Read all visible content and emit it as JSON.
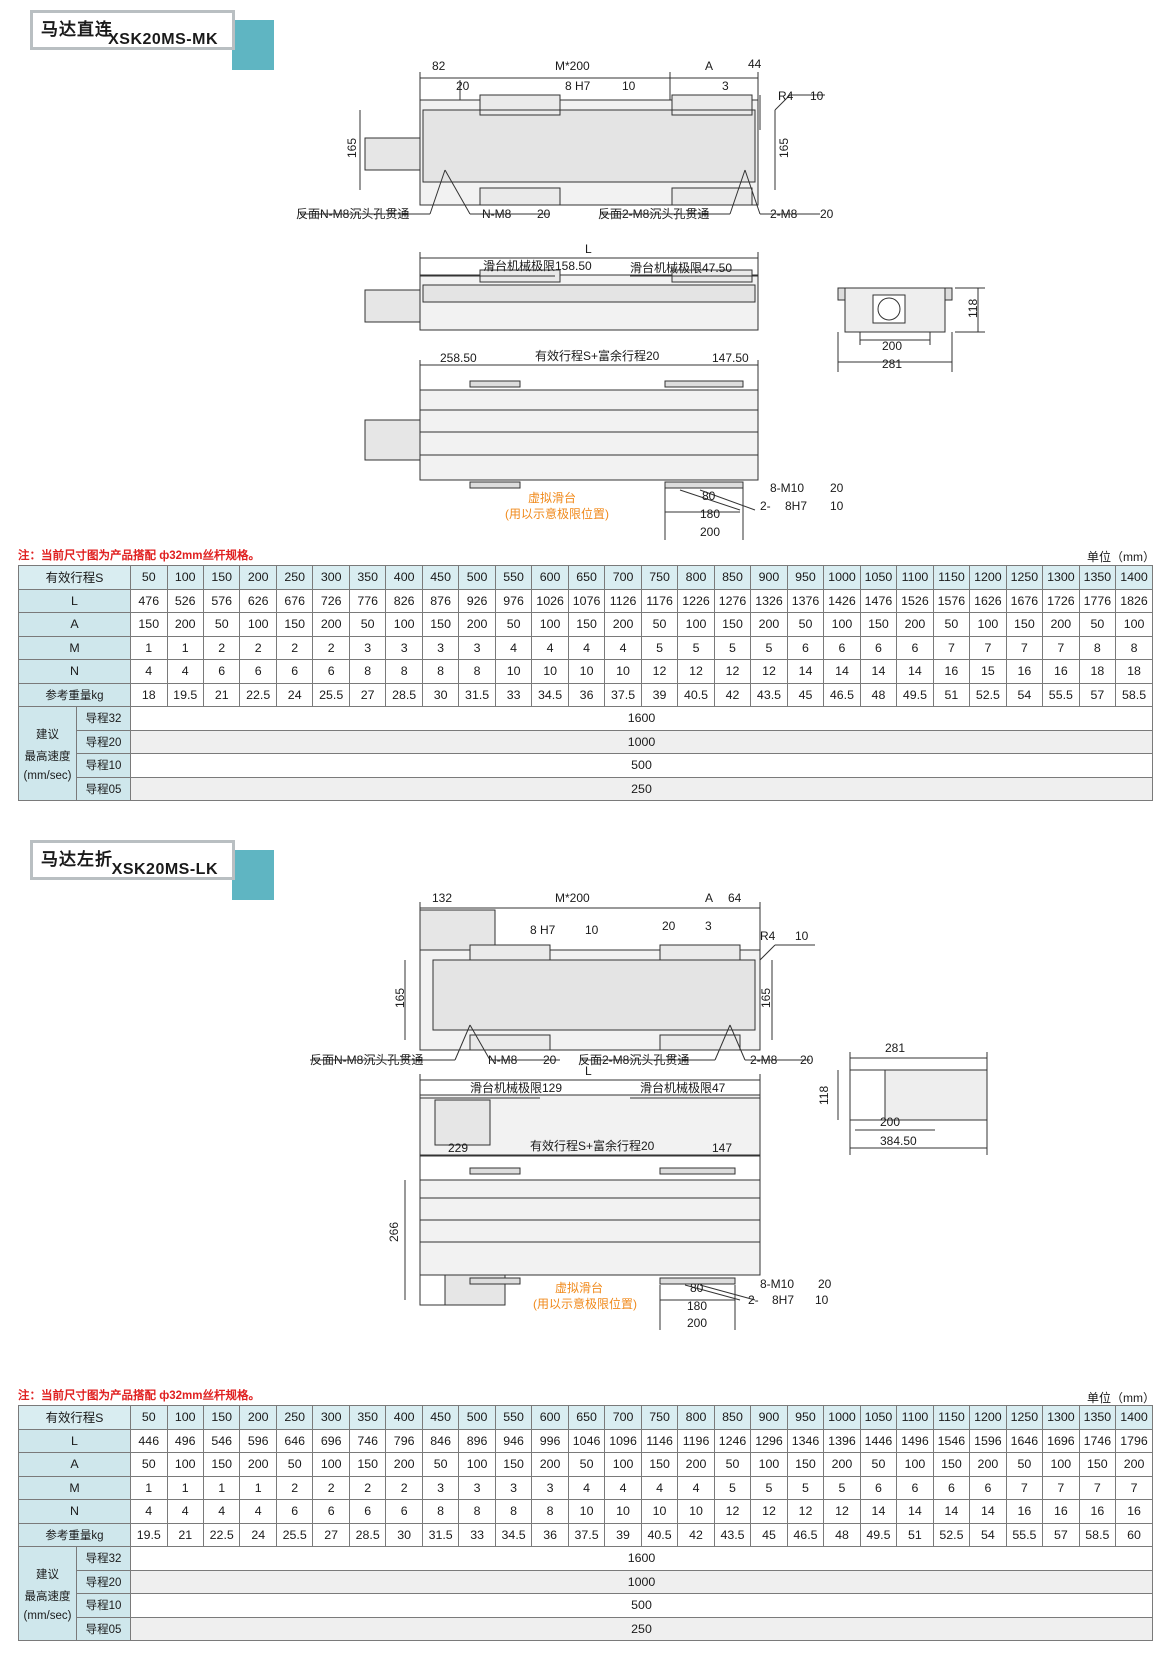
{
  "sections": [
    {
      "title_cn": "马达直连",
      "title_en": "XSK20MS-MK",
      "drawing": {
        "top_view": {
          "dim_82": "82",
          "dim_20": "20",
          "dim_m200": "M*200",
          "dim_a": "A",
          "dim_44": "44",
          "dim_3": "3",
          "hole_h7": "8 H7",
          "hole_h7_depth": "10",
          "r4": "R4",
          "r4_depth": "10",
          "dim_165_left": "165",
          "dim_165_right": "165",
          "callout_back_n": "反面N-M8沉头孔贯通",
          "callout_n_m8": "N-M8",
          "callout_n_m8_depth": "20",
          "callout_back_2": "反面2-M8沉头孔贯通",
          "callout_2_m8": "2-M8",
          "callout_2_m8_depth": "20"
        },
        "side_view": {
          "dim_l": "L",
          "limit_left": "滑台机械极限158.50",
          "limit_right": "滑台机械极限47.50"
        },
        "end_view": {
          "dim_118": "118",
          "dim_200": "200",
          "dim_281": "281"
        },
        "bottom_view": {
          "dim_left": "258.50",
          "dim_stroke": "有效行程S+富余行程20",
          "dim_right": "147.50",
          "virtual_1": "虚拟滑台",
          "virtual_2": "(用以示意极限位置)",
          "m10": "8-M10",
          "m10_depth": "20",
          "h7": "2-",
          "h7_b": "8H7",
          "h7_depth": "10",
          "d80": "80",
          "d180": "180",
          "d200": "200"
        }
      },
      "note": "注：当前尺寸图为产品搭配 ф32mm丝杆规格。",
      "unit": "单位（mm）",
      "table": {
        "stroke_label": "有效行程S",
        "strokes": [
          "50",
          "100",
          "150",
          "200",
          "250",
          "300",
          "350",
          "400",
          "450",
          "500",
          "550",
          "600",
          "650",
          "700",
          "750",
          "800",
          "850",
          "900",
          "950",
          "1000",
          "1050",
          "1100",
          "1150",
          "1200",
          "1250",
          "1300",
          "1350",
          "1400"
        ],
        "rows": [
          {
            "label": "L",
            "values": [
              "476",
              "526",
              "576",
              "626",
              "676",
              "726",
              "776",
              "826",
              "876",
              "926",
              "976",
              "1026",
              "1076",
              "1126",
              "1176",
              "1226",
              "1276",
              "1326",
              "1376",
              "1426",
              "1476",
              "1526",
              "1576",
              "1626",
              "1676",
              "1726",
              "1776",
              "1826"
            ]
          },
          {
            "label": "A",
            "values": [
              "150",
              "200",
              "50",
              "100",
              "150",
              "200",
              "50",
              "100",
              "150",
              "200",
              "50",
              "100",
              "150",
              "200",
              "50",
              "100",
              "150",
              "200",
              "50",
              "100",
              "150",
              "200",
              "50",
              "100",
              "150",
              "200",
              "50",
              "100"
            ]
          },
          {
            "label": "M",
            "values": [
              "1",
              "1",
              "2",
              "2",
              "2",
              "2",
              "3",
              "3",
              "3",
              "3",
              "4",
              "4",
              "4",
              "4",
              "5",
              "5",
              "5",
              "5",
              "6",
              "6",
              "6",
              "6",
              "7",
              "7",
              "7",
              "7",
              "8",
              "8"
            ]
          },
          {
            "label": "N",
            "values": [
              "4",
              "4",
              "6",
              "6",
              "6",
              "6",
              "8",
              "8",
              "8",
              "8",
              "10",
              "10",
              "10",
              "10",
              "12",
              "12",
              "12",
              "12",
              "14",
              "14",
              "14",
              "14",
              "16",
              "15",
              "16",
              "16",
              "18",
              "18"
            ]
          },
          {
            "label": "参考重量kg",
            "values": [
              "18",
              "19.5",
              "21",
              "22.5",
              "24",
              "25.5",
              "27",
              "28.5",
              "30",
              "31.5",
              "33",
              "34.5",
              "36",
              "37.5",
              "39",
              "40.5",
              "42",
              "43.5",
              "45",
              "46.5",
              "48",
              "49.5",
              "51",
              "52.5",
              "54",
              "55.5",
              "57",
              "58.5"
            ]
          }
        ],
        "speed_label": [
          "建议",
          "最高速度",
          "(mm/sec)"
        ],
        "speeds": [
          {
            "lead": "导程32",
            "value": "1600"
          },
          {
            "lead": "导程20",
            "value": "1000"
          },
          {
            "lead": "导程10",
            "value": "500"
          },
          {
            "lead": "导程05",
            "value": "250"
          }
        ]
      }
    },
    {
      "title_cn": "马达左折",
      "title_en": "XSK20MS-LK",
      "drawing": {
        "top_view": {
          "dim_132": "132",
          "dim_m200": "M*200",
          "dim_a": "A",
          "dim_64": "64",
          "dim_20": "20",
          "dim_3": "3",
          "hole_h7": "8 H7",
          "hole_h7_depth": "10",
          "r4": "R4",
          "r4_depth": "10",
          "dim_165_left": "165",
          "dim_165_right": "165",
          "callout_back_n": "反面N-M8沉头孔贯通",
          "callout_n_m8": "N-M8",
          "callout_n_m8_depth": "20",
          "callout_back_2": "反面2-M8沉头孔贯通",
          "callout_2_m8": "2-M8",
          "callout_2_m8_depth": "20"
        },
        "side_view": {
          "dim_l": "L",
          "limit_left": "滑台机械极限129",
          "limit_right": "滑台机械极限47"
        },
        "end_view": {
          "dim_118": "118",
          "dim_281": "281",
          "dim_200": "200",
          "dim_38450": "384.50"
        },
        "bottom_view": {
          "dim_left": "229",
          "dim_stroke": "有效行程S+富余行程20",
          "dim_right": "147",
          "dim_266": "266",
          "virtual_1": "虚拟滑台",
          "virtual_2": "(用以示意极限位置)",
          "m10": "8-M10",
          "m10_depth": "20",
          "h7": "2-",
          "h7_b": "8H7",
          "h7_depth": "10",
          "d80": "80",
          "d180": "180",
          "d200": "200"
        }
      },
      "note": "注：当前尺寸图为产品搭配 ф32mm丝杆规格。",
      "unit": "单位（mm）",
      "table": {
        "stroke_label": "有效行程S",
        "strokes": [
          "50",
          "100",
          "150",
          "200",
          "250",
          "300",
          "350",
          "400",
          "450",
          "500",
          "550",
          "600",
          "650",
          "700",
          "750",
          "800",
          "850",
          "900",
          "950",
          "1000",
          "1050",
          "1100",
          "1150",
          "1200",
          "1250",
          "1300",
          "1350",
          "1400"
        ],
        "rows": [
          {
            "label": "L",
            "values": [
              "446",
              "496",
              "546",
              "596",
              "646",
              "696",
              "746",
              "796",
              "846",
              "896",
              "946",
              "996",
              "1046",
              "1096",
              "1146",
              "1196",
              "1246",
              "1296",
              "1346",
              "1396",
              "1446",
              "1496",
              "1546",
              "1596",
              "1646",
              "1696",
              "1746",
              "1796"
            ]
          },
          {
            "label": "A",
            "values": [
              "50",
              "100",
              "150",
              "200",
              "50",
              "100",
              "150",
              "200",
              "50",
              "100",
              "150",
              "200",
              "50",
              "100",
              "150",
              "200",
              "50",
              "100",
              "150",
              "200",
              "50",
              "100",
              "150",
              "200",
              "50",
              "100",
              "150",
              "200"
            ]
          },
          {
            "label": "M",
            "values": [
              "1",
              "1",
              "1",
              "1",
              "2",
              "2",
              "2",
              "2",
              "3",
              "3",
              "3",
              "3",
              "4",
              "4",
              "4",
              "4",
              "5",
              "5",
              "5",
              "5",
              "6",
              "6",
              "6",
              "6",
              "7",
              "7",
              "7",
              "7"
            ]
          },
          {
            "label": "N",
            "values": [
              "4",
              "4",
              "4",
              "4",
              "6",
              "6",
              "6",
              "6",
              "8",
              "8",
              "8",
              "8",
              "10",
              "10",
              "10",
              "10",
              "12",
              "12",
              "12",
              "12",
              "14",
              "14",
              "14",
              "14",
              "16",
              "16",
              "16",
              "16"
            ]
          },
          {
            "label": "参考重量kg",
            "values": [
              "19.5",
              "21",
              "22.5",
              "24",
              "25.5",
              "27",
              "28.5",
              "30",
              "31.5",
              "33",
              "34.5",
              "36",
              "37.5",
              "39",
              "40.5",
              "42",
              "43.5",
              "45",
              "46.5",
              "48",
              "49.5",
              "51",
              "52.5",
              "54",
              "55.5",
              "57",
              "58.5",
              "60"
            ]
          }
        ],
        "speed_label": [
          "建议",
          "最高速度",
          "(mm/sec)"
        ],
        "speeds": [
          {
            "lead": "导程32",
            "value": "1600"
          },
          {
            "lead": "导程20",
            "value": "1000"
          },
          {
            "lead": "导程10",
            "value": "500"
          },
          {
            "lead": "导程05",
            "value": "250"
          }
        ]
      }
    }
  ]
}
